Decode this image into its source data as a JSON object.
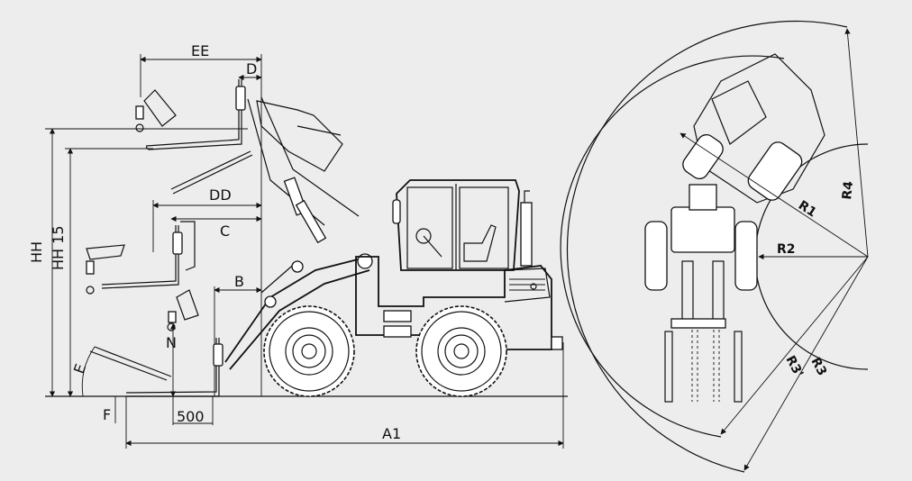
{
  "labels": {
    "EE": "EE",
    "D": "D",
    "DD": "DD",
    "C": "C",
    "B": "B",
    "HH": "HH",
    "HH15": "HH 15",
    "N": "N",
    "E": "E",
    "F": "F",
    "dim500": "500",
    "A1": "A1",
    "R1": "R1",
    "R2": "R2",
    "R3": "R3",
    "R3p": "R3'",
    "R4": "R4"
  },
  "colors": {
    "background": "#ededed",
    "line": "#111111"
  }
}
